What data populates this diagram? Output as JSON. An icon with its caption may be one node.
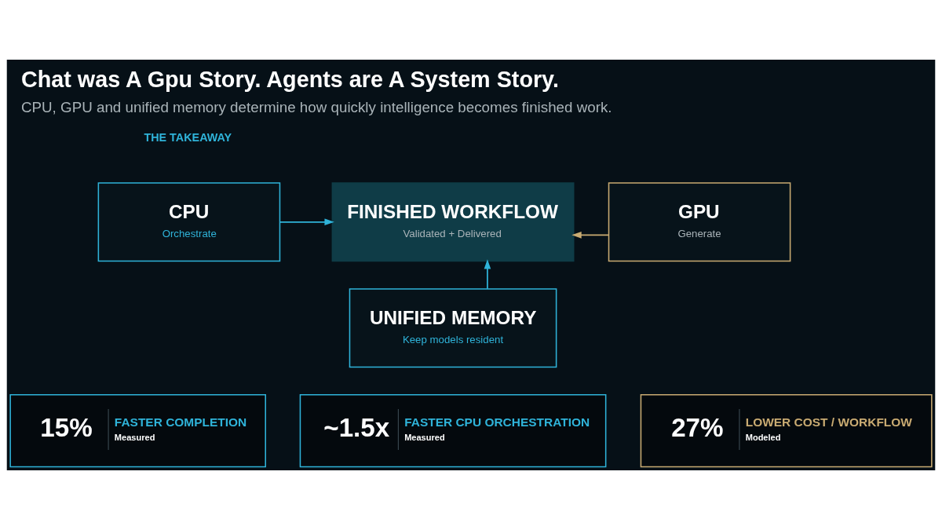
{
  "diagram": {
    "title": "Chat was A Gpu Story. Agents are A System Story.",
    "caption": "CPU, GPU and unified memory determine how quickly intelligence becomes finished work.",
    "nodes": [
      {
        "text": [
          "CPU",
          "Orchestrate"
        ]
      },
      {
        "text": [
          "FINISHED WORKFLOW",
          "Validated + Delivered"
        ]
      },
      {
        "text": [
          "GPU",
          "Generate"
        ]
      },
      {
        "text": [
          "UNIFIED MEMORY",
          "Keep models resident"
        ]
      },
      {
        "text": [
          "15%",
          "FASTER COMPLETION",
          "Measured"
        ]
      },
      {
        "text": [
          "~1.5x",
          "FASTER CPU ORCHESTRATION",
          "Measured"
        ]
      },
      {
        "text": [
          "27%",
          "LOWER COST / WORKFLOW",
          "Modeled"
        ]
      }
    ],
    "edges": [
      {
        "from": 0,
        "to": 1,
        "arrow": "to"
      },
      {
        "from": 2,
        "to": 1,
        "arrow": "to",
        "color": "#c9ab72"
      },
      {
        "from": 3,
        "to": 1,
        "arrow": "to"
      }
    ],
    "labels": [
      "THE TAKEAWAY"
    ]
  }
}
